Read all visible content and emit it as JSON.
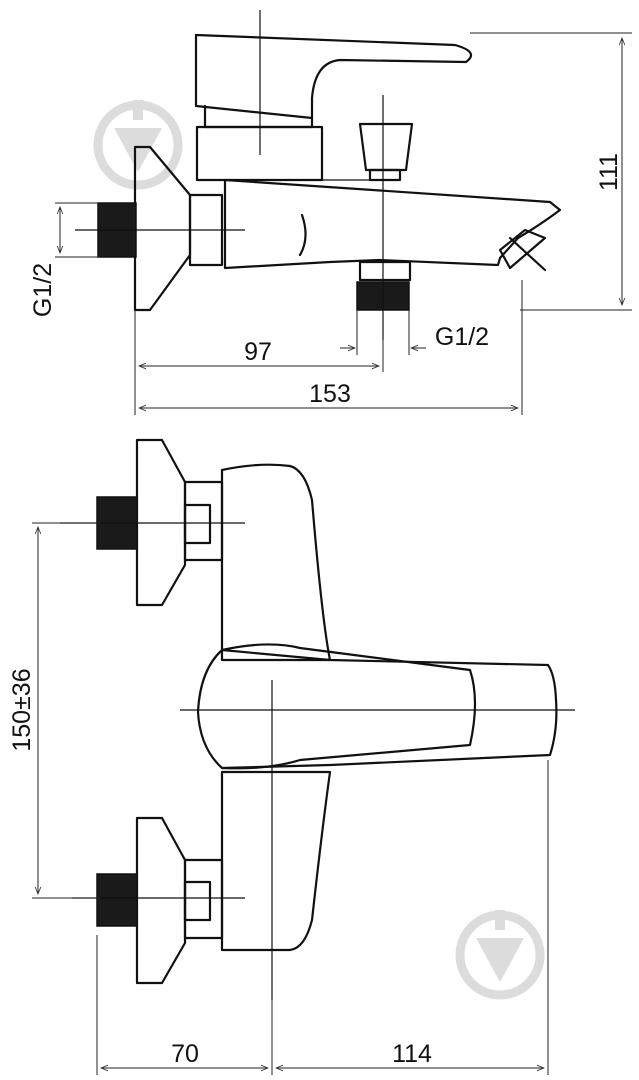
{
  "dimensions": {
    "side_left_thread": "G1/2",
    "side_bottom_thread": "G1/2",
    "side_height": "111",
    "side_inlet_to_outlet": "97",
    "side_total_length": "153",
    "front_inlet_spacing": "150±36",
    "front_left_offset": "70",
    "front_right_length": "114"
  },
  "watermark": {
    "icon": "watermark-shield-icon"
  }
}
